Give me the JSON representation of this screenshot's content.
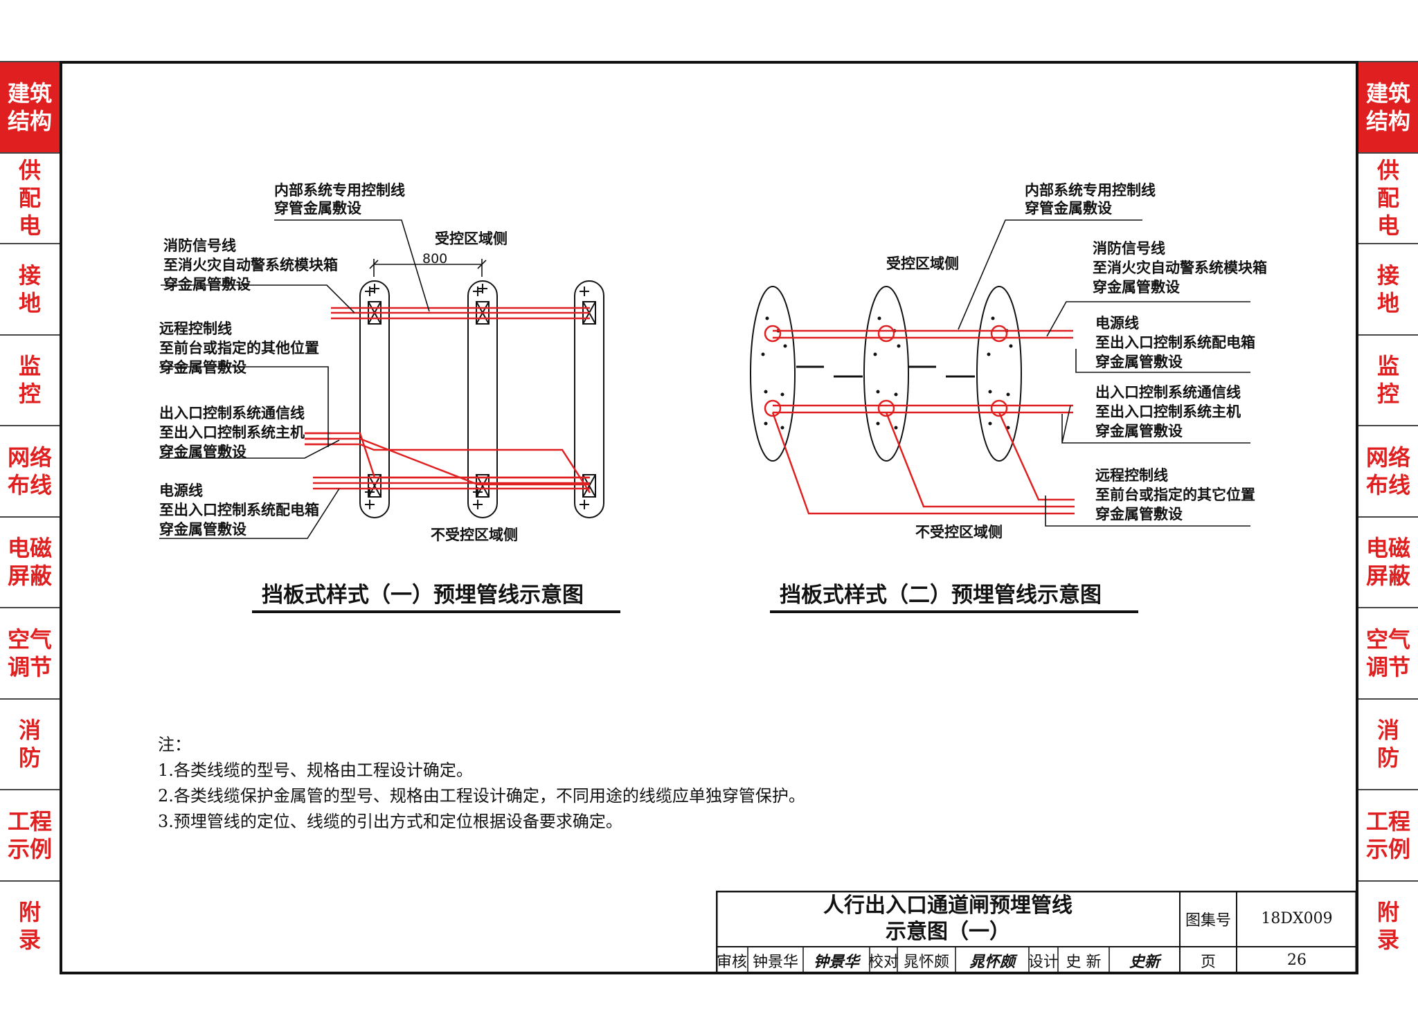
{
  "side_tabs": [
    {
      "label": "建筑\n结构",
      "active": true
    },
    {
      "label": "供\n配\n电",
      "active": false
    },
    {
      "label": "接\n地",
      "active": false
    },
    {
      "label": "监\n控",
      "active": false
    },
    {
      "label": "网络\n布线",
      "active": false
    },
    {
      "label": "电磁\n屏蔽",
      "active": false
    },
    {
      "label": "空气\n调节",
      "active": false
    },
    {
      "label": "消\n防",
      "active": false
    },
    {
      "label": "工程\n示例",
      "active": false
    },
    {
      "label": "附\n录",
      "active": false
    }
  ],
  "diagram1": {
    "title": "挡板式样式（一）预埋管线示意图",
    "labels": {
      "internal_l1": "内部系统专用控制线",
      "internal_l2": "穿管金属敷设",
      "controlled": "受控区域侧",
      "dim": "800",
      "fire_l1": "消防信号线",
      "fire_l2": "至消火灾自动警系统模块箱",
      "fire_l3": "穿金属管敷设",
      "remote_l1": "远程控制线",
      "remote_l2": "至前台或指定的其他位置",
      "remote_l3": "穿金属管敷设",
      "comm_l1": "出入口控制系统通信线",
      "comm_l2": "至出入口控制系统主机",
      "comm_l3": "穿金属管敷设",
      "power_l1": "电源线",
      "power_l2": "至出入口控制系统配电箱",
      "power_l3": "穿金属管敷设",
      "uncontrolled": "不受控区域侧"
    }
  },
  "diagram2": {
    "title": "挡板式样式（二）预埋管线示意图",
    "labels": {
      "internal_l1": "内部系统专用控制线",
      "internal_l2": "穿管金属敷设",
      "controlled": "受控区域侧",
      "fire_l1": "消防信号线",
      "fire_l2": "至消火灾自动警系统模块箱",
      "fire_l3": "穿金属管敷设",
      "power_l1": "电源线",
      "power_l2": "至出入口控制系统配电箱",
      "power_l3": "穿金属管敷设",
      "comm_l1": "出入口控制系统通信线",
      "comm_l2": "至出入口控制系统主机",
      "comm_l3": "穿金属管敷设",
      "remote_l1": "远程控制线",
      "remote_l2": "至前台或指定的其它位置",
      "remote_l3": "穿金属管敷设",
      "uncontrolled": "不受控区域侧"
    }
  },
  "notes": {
    "heading": "注：",
    "items": [
      "1.各类线缆的型号、规格由工程设计确定。",
      "2.各类线缆保护金属管的型号、规格由工程设计确定，不同用途的线缆应单独穿管保护。",
      "3.预埋管线的定位、线缆的引出方式和定位根据设备要求确定。"
    ]
  },
  "title_block": {
    "title_line1": "人行出入口通道闸预埋管线",
    "title_line2": "示意图（一）",
    "atlas_label": "图集号",
    "atlas_no": "18DX009",
    "review_label": "审核",
    "reviewer": "钟景华",
    "reviewer_sig": "钟景华",
    "check_label": "校对",
    "checker": "晁怀颇",
    "checker_sig": "晁怀颇",
    "design_label": "设计",
    "designer": "史 新",
    "designer_sig": "史新",
    "page_label": "页",
    "page_no": "26"
  },
  "colors": {
    "accent": "#e02020",
    "line": "#111111"
  }
}
